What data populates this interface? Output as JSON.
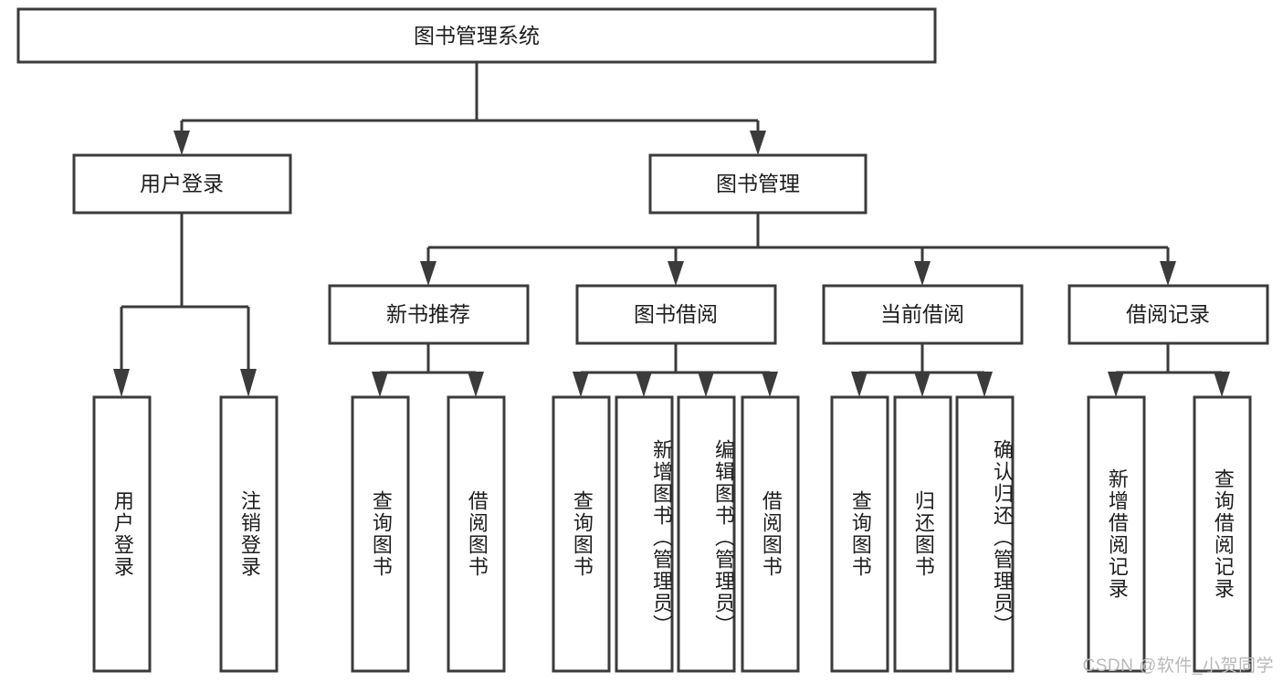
{
  "diagram": {
    "title": "图书管理系统",
    "type": "tree-hierarchy",
    "levels": 4,
    "colors": {
      "stroke": "#3b3b3b",
      "fill": "#ffffff",
      "text": "#1d1d1d",
      "watermark": "#b8b8b8",
      "background": "#ffffff"
    },
    "root": {
      "label": "图书管理系统",
      "orientation": "horizontal"
    },
    "level2": [
      {
        "label": "用户登录",
        "orientation": "horizontal"
      },
      {
        "label": "图书管理",
        "orientation": "horizontal"
      }
    ],
    "level3": [
      {
        "label": "新书推荐",
        "orientation": "horizontal"
      },
      {
        "label": "图书借阅",
        "orientation": "horizontal"
      },
      {
        "label": "当前借阅",
        "orientation": "horizontal"
      },
      {
        "label": "借阅记录",
        "orientation": "horizontal"
      }
    ],
    "leaves": {
      "user_login": [
        {
          "label": "用户登录",
          "orientation": "vertical"
        },
        {
          "label": "注销登录",
          "orientation": "vertical"
        }
      ],
      "new_book_recommend": [
        {
          "label": "查询图书",
          "orientation": "vertical"
        },
        {
          "label": "借阅图书",
          "orientation": "vertical"
        }
      ],
      "book_borrow": [
        {
          "label": "查询图书",
          "orientation": "vertical"
        },
        {
          "label": "新增图书（管理员）",
          "orientation": "vertical"
        },
        {
          "label": "编辑图书（管理员）",
          "orientation": "vertical"
        },
        {
          "label": "借阅图书",
          "orientation": "vertical"
        }
      ],
      "current_borrow": [
        {
          "label": "查询图书",
          "orientation": "vertical"
        },
        {
          "label": "归还图书",
          "orientation": "vertical"
        },
        {
          "label": "确认归还（管理员）",
          "orientation": "vertical"
        }
      ],
      "borrow_record": [
        {
          "label": "新增借阅记录",
          "orientation": "vertical"
        },
        {
          "label": "查询借阅记录",
          "orientation": "vertical"
        }
      ]
    }
  },
  "watermark": {
    "text": "CSDN @软件_小贺同学"
  }
}
